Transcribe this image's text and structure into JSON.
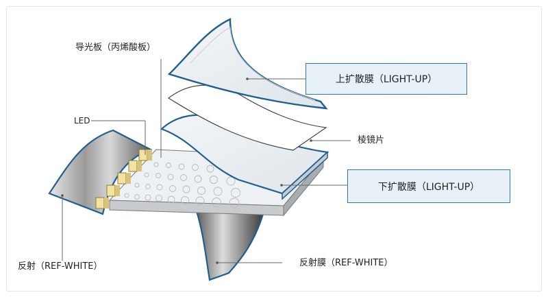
{
  "labels": {
    "light_guide": "导光板（丙烯酸板）",
    "led": "LED",
    "upper_diffuser": "上扩散膜（LIGHT-UP）",
    "prism": "棱镜片",
    "lower_diffuser": "下扩散膜（LIGHT-UP）",
    "reflector": "反射（REF-WHITE）",
    "reflector_film": "反射膜（REF-WHITE）"
  },
  "colors": {
    "accent_blue": "#1f5f8f",
    "box_fill": "#e9f1f8",
    "box_border": "#2f78b4",
    "led_yellow": "#f2e3a1"
  }
}
